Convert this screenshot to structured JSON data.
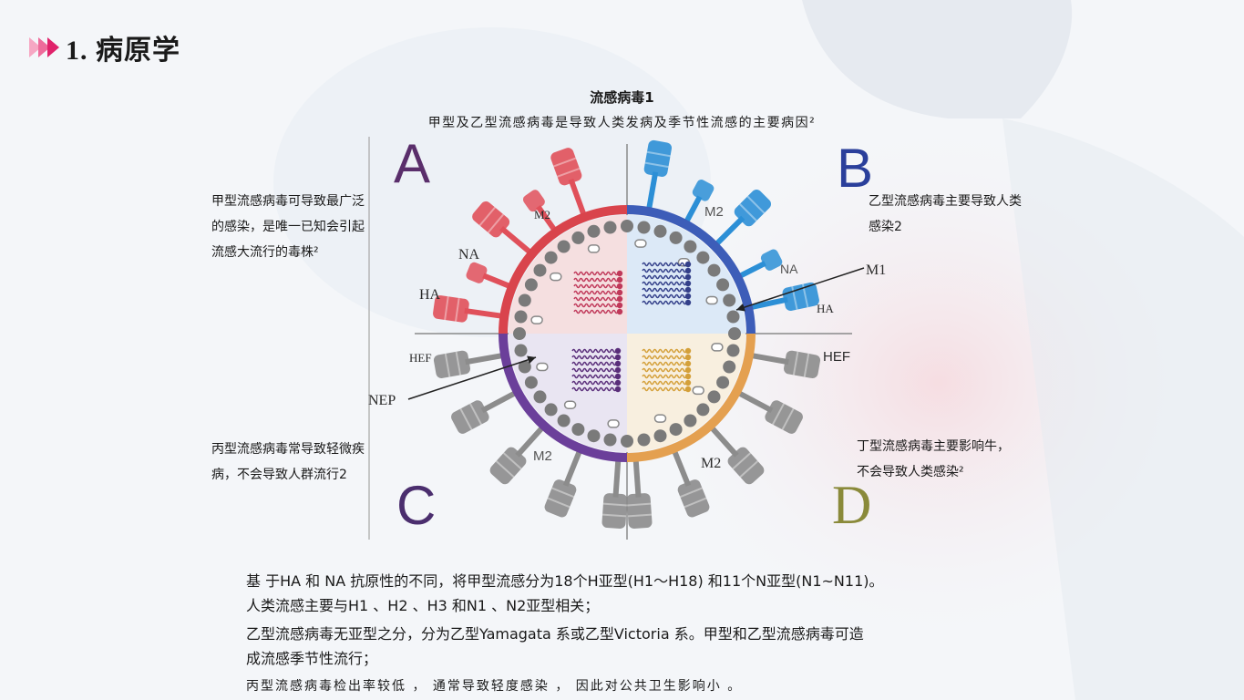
{
  "page": {
    "title": "1. 病原学",
    "chevron_colors": [
      "#f6a7c3",
      "#ee6b9b",
      "#e0226b"
    ]
  },
  "figure": {
    "title": "流感病毒1",
    "subtitle": "甲型及乙型流感病毒是导致人类发病及季节性流感的主要病因²",
    "quadrants": [
      {
        "letter": "A",
        "color": "#5a2e6b",
        "desc": [
          "甲型流感病毒可导致最广泛",
          "的感染，是唯一已知会引起",
          "流感大流行的毒株²"
        ]
      },
      {
        "letter": "B",
        "color": "#2a3f9b",
        "desc": [
          "乙型流感病毒主要导致人类",
          "感染2"
        ]
      },
      {
        "letter": "C",
        "color": "#4b2e6e",
        "desc": [
          "丙型流感病毒常导致轻微疾",
          "病，不会导致人群流行2"
        ]
      },
      {
        "letter": "D",
        "color": "#8a8a3a",
        "desc": [
          "丁型流感病毒主要影响牛，",
          "不会导致人类感染²"
        ]
      }
    ],
    "labels": {
      "m2_a": "M2",
      "na_a": "NA",
      "ha_a": "HA",
      "m2_b": "M2",
      "na_b": "NA",
      "m1": "M1",
      "ha_b": "HA",
      "hef_c": "HEF",
      "nep": "NEP",
      "m2_c": "M2",
      "hef_d": "HEF",
      "m2_d": "M2"
    },
    "colors": {
      "A": "#d9444c",
      "B": "#3d5db8",
      "C": "#6b3f9a",
      "D": "#e4a050",
      "spike_a": "#e0505a",
      "spike_b": "#2c8fd6",
      "spike_grey": "#8c8c8c"
    }
  },
  "bottom_text": {
    "line1": "基 于HA 和  NA 抗原性的不同，将甲型流感分为18个H亚型(H1～H18) 和11个N亚型(N1~N11)。",
    "line2": "人类流感主要与H1 、H2 、H3  和N1 、N2亚型相关；",
    "line3": "乙型流感病毒无亚型之分，分为乙型Yamagata  系或乙型Victoria 系。甲型和乙型流感病毒可造",
    "line4": "成流感季节性流行；",
    "line5": "丙型流感病毒检出率较低 ，  通常导致轻度感染 ，  因此对公共卫生影响小 。"
  }
}
